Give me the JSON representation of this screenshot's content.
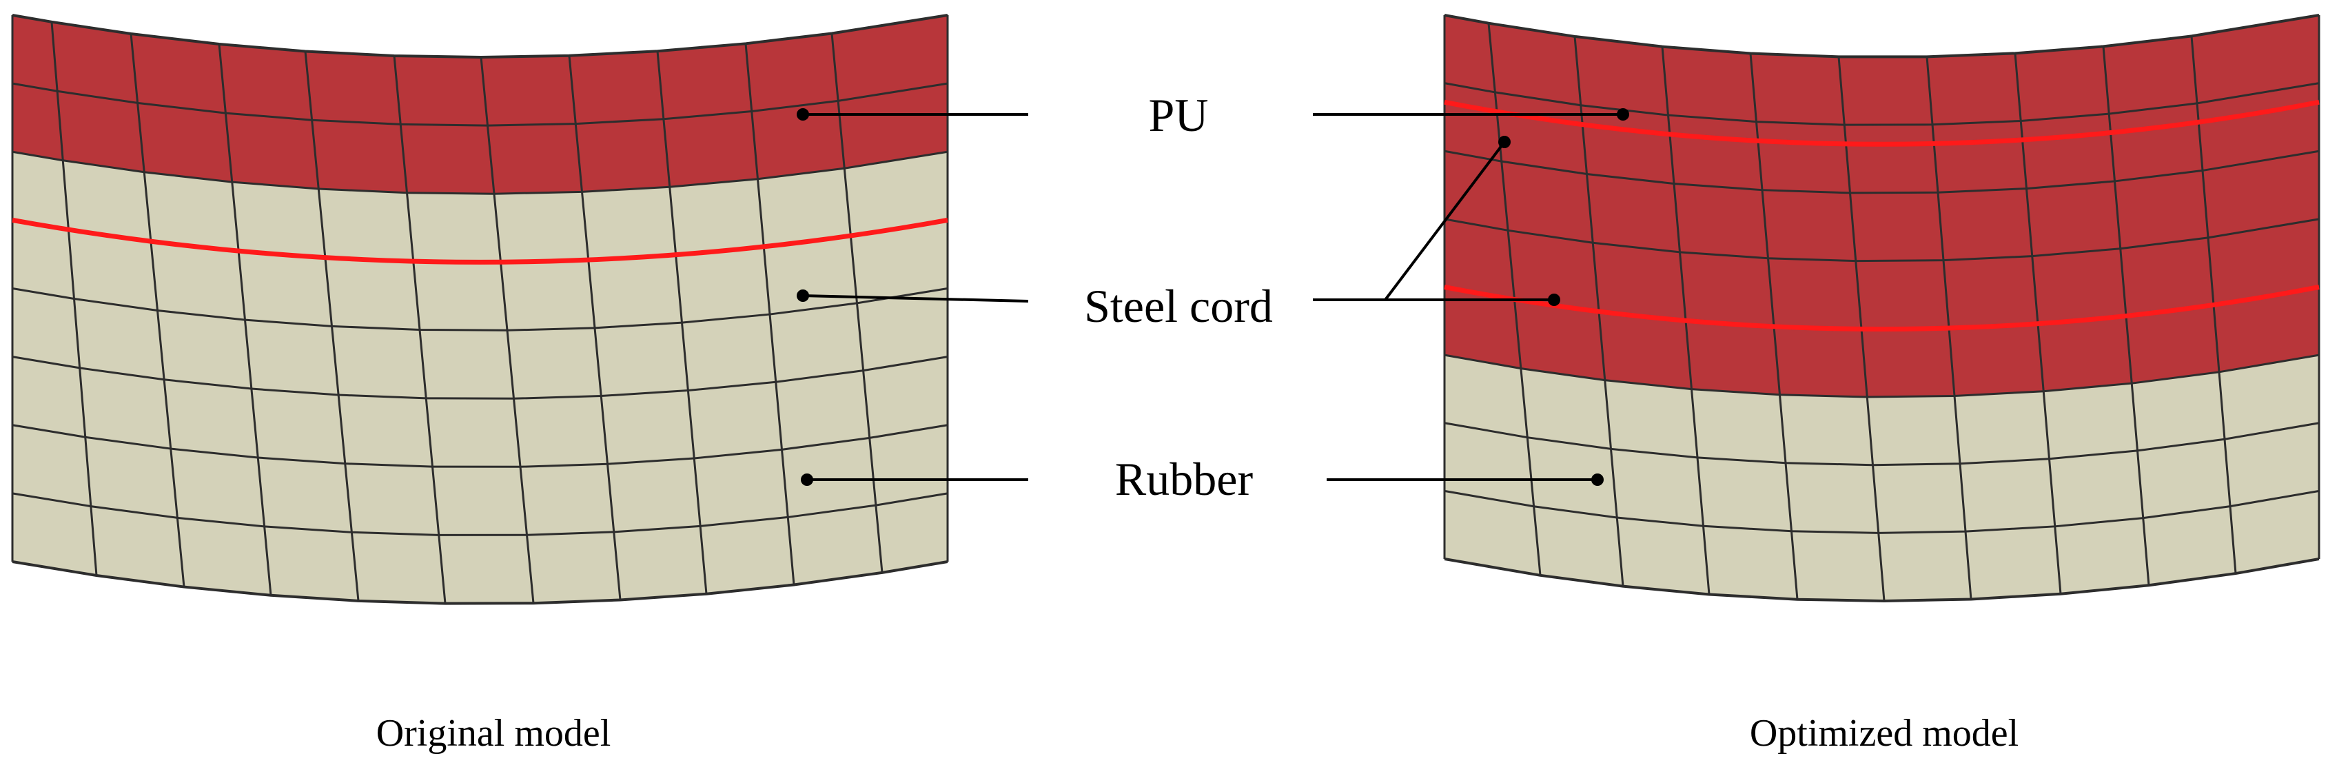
{
  "labels": {
    "pu": "PU",
    "steel_cord": "Steel cord",
    "rubber": "Rubber"
  },
  "captions": {
    "original": "Original model",
    "optimized": "Optimized model"
  },
  "colors": {
    "pu": "#b8363a",
    "rubber": "#d4d2b9",
    "steel_cord": "#ff1a1a",
    "mesh_line": "#2d2d2d",
    "leader": "#000000"
  }
}
